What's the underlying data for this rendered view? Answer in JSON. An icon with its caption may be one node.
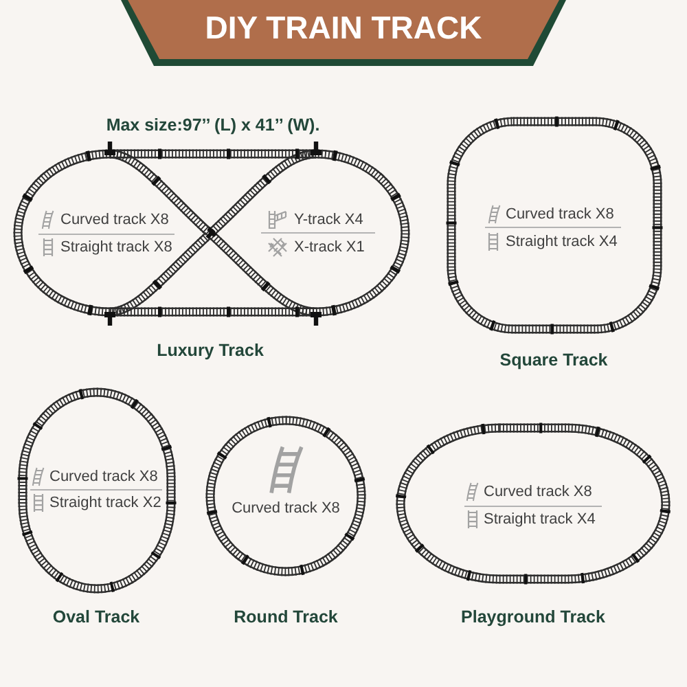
{
  "diagram": {
    "title": "DIY TRAIN TRACK",
    "nodes": [
      {
        "text": [
          "Curved track X8",
          "Straight track X8",
          "Y-track X4",
          "X-track X1"
        ],
        "beside": [
          "Luxury Track"
        ]
      },
      {
        "text": [
          "Curved track X8",
          "Straight track X4"
        ],
        "beside": [
          "Square Track"
        ]
      },
      {
        "text": [
          "Curved track X8",
          "Straight track X2"
        ],
        "beside": [
          "Oval Track"
        ]
      },
      {
        "text": [
          "Curved track X8"
        ],
        "beside": [
          "Round Track"
        ]
      },
      {
        "text": [
          "Curved track X8",
          "Straight track X4"
        ],
        "beside": [
          "Playground Track"
        ]
      }
    ],
    "labels": [
      "Max size:97’’ (L) x 41’’ (W)."
    ]
  }
}
